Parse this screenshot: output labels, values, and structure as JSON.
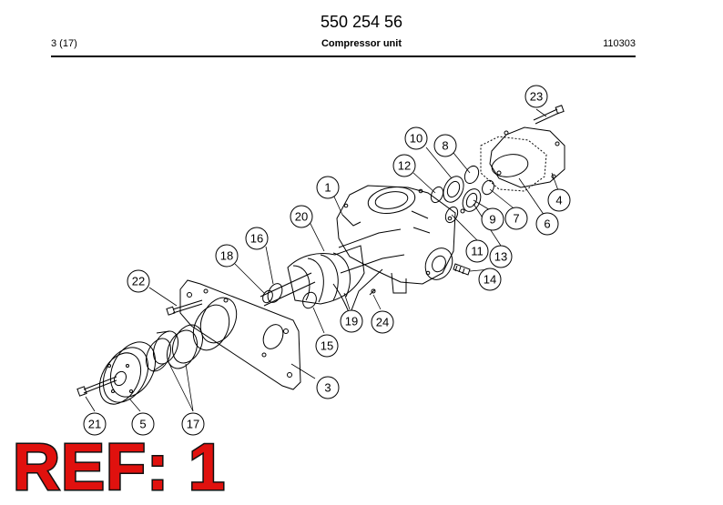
{
  "header": {
    "part_number": "550 254 56",
    "page": "3 (17)",
    "title": "Compressor unit",
    "code": "110303"
  },
  "callouts": [
    "1",
    "3",
    "4",
    "5",
    "6",
    "7",
    "8",
    "9",
    "10",
    "11",
    "12",
    "13",
    "14",
    "15",
    "16",
    "17",
    "18",
    "19",
    "20",
    "21",
    "22",
    "23",
    "24"
  ],
  "overlay": {
    "ref_label": "REF: 1",
    "color": "#e0110e"
  }
}
